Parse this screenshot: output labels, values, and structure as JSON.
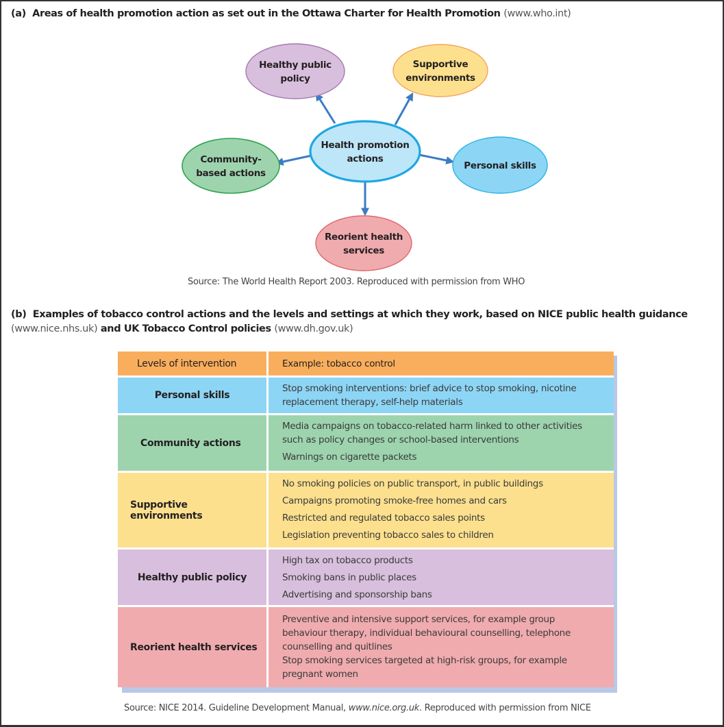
{
  "section_a": {
    "label": "(a)",
    "title": "Areas of health promotion action as set out in the Ottawa Charter for Health Promotion",
    "url": "(www.who.int)",
    "diagram": {
      "center": {
        "lines": [
          "Health promotion",
          "actions"
        ],
        "fill": "#bde6f9",
        "stroke": "#1ea7e1"
      },
      "nodes": [
        {
          "id": "healthy-public-policy",
          "lines": [
            "Healthy public",
            "policy"
          ],
          "fill": "#d8bfdd",
          "stroke": "#a37aae"
        },
        {
          "id": "supportive-environments",
          "lines": [
            "Supportive",
            "environments"
          ],
          "fill": "#fde08e",
          "stroke": "#f3a45a"
        },
        {
          "id": "community-based-actions",
          "lines": [
            "Community-",
            "based actions"
          ],
          "fill": "#9dd4ae",
          "stroke": "#2ea24b"
        },
        {
          "id": "personal-skills",
          "lines": [
            "Personal skills"
          ],
          "fill": "#8dd5f5",
          "stroke": "#27b3e6"
        },
        {
          "id": "reorient-health-services",
          "lines": [
            "Reorient health",
            "services"
          ],
          "fill": "#f0abae",
          "stroke": "#e0656c"
        }
      ],
      "arrow_color": "#3b7cc3"
    },
    "source": "Source: The World Health Report 2003. Reproduced with permission from WHO"
  },
  "section_b": {
    "label": "(b)",
    "title_part1": "Examples of tobacco control actions and the levels and settings at which they work, based on NICE public health guidance",
    "url1": "(www.nice.nhs.uk)",
    "title_part2": "and UK Tobacco Control policies",
    "url2": "(www.dh.gov.uk)",
    "table": {
      "headers": [
        "Levels of intervention",
        "Example: tobacco control"
      ],
      "rows": [
        {
          "level": "Personal skills",
          "examples": [
            "Stop smoking interventions: brief advice to stop smoking, nicotine replacement therapy, self-help materials"
          ]
        },
        {
          "level": "Community actions",
          "examples": [
            "Media campaigns on tobacco-related harm linked to other activities such as policy changes or school-based interventions",
            "Warnings on cigarette packets"
          ]
        },
        {
          "level": "Supportive environments",
          "examples": [
            "No smoking policies on public transport, in public buildings",
            "Campaigns promoting smoke-free homes and cars",
            "Restricted and regulated tobacco sales points",
            "Legislation preventing tobacco sales to children"
          ]
        },
        {
          "level": "Healthy public policy",
          "examples": [
            "High tax on tobacco products",
            "Smoking bans in public places",
            "Advertising and sponsorship bans"
          ]
        },
        {
          "level": "Reorient health services",
          "examples": [
            "Preventive and intensive support services, for example group behaviour therapy, individual behavioural counselling, telephone counselling and quitlines",
            "Stop smoking services targeted at high-risk groups, for example pregnant women"
          ]
        }
      ]
    },
    "source_part1": "Source: NICE 2014. Guideline Development Manual,",
    "source_url": "www.nice.org.uk",
    "source_part2": ". Reproduced with permission from NICE"
  }
}
